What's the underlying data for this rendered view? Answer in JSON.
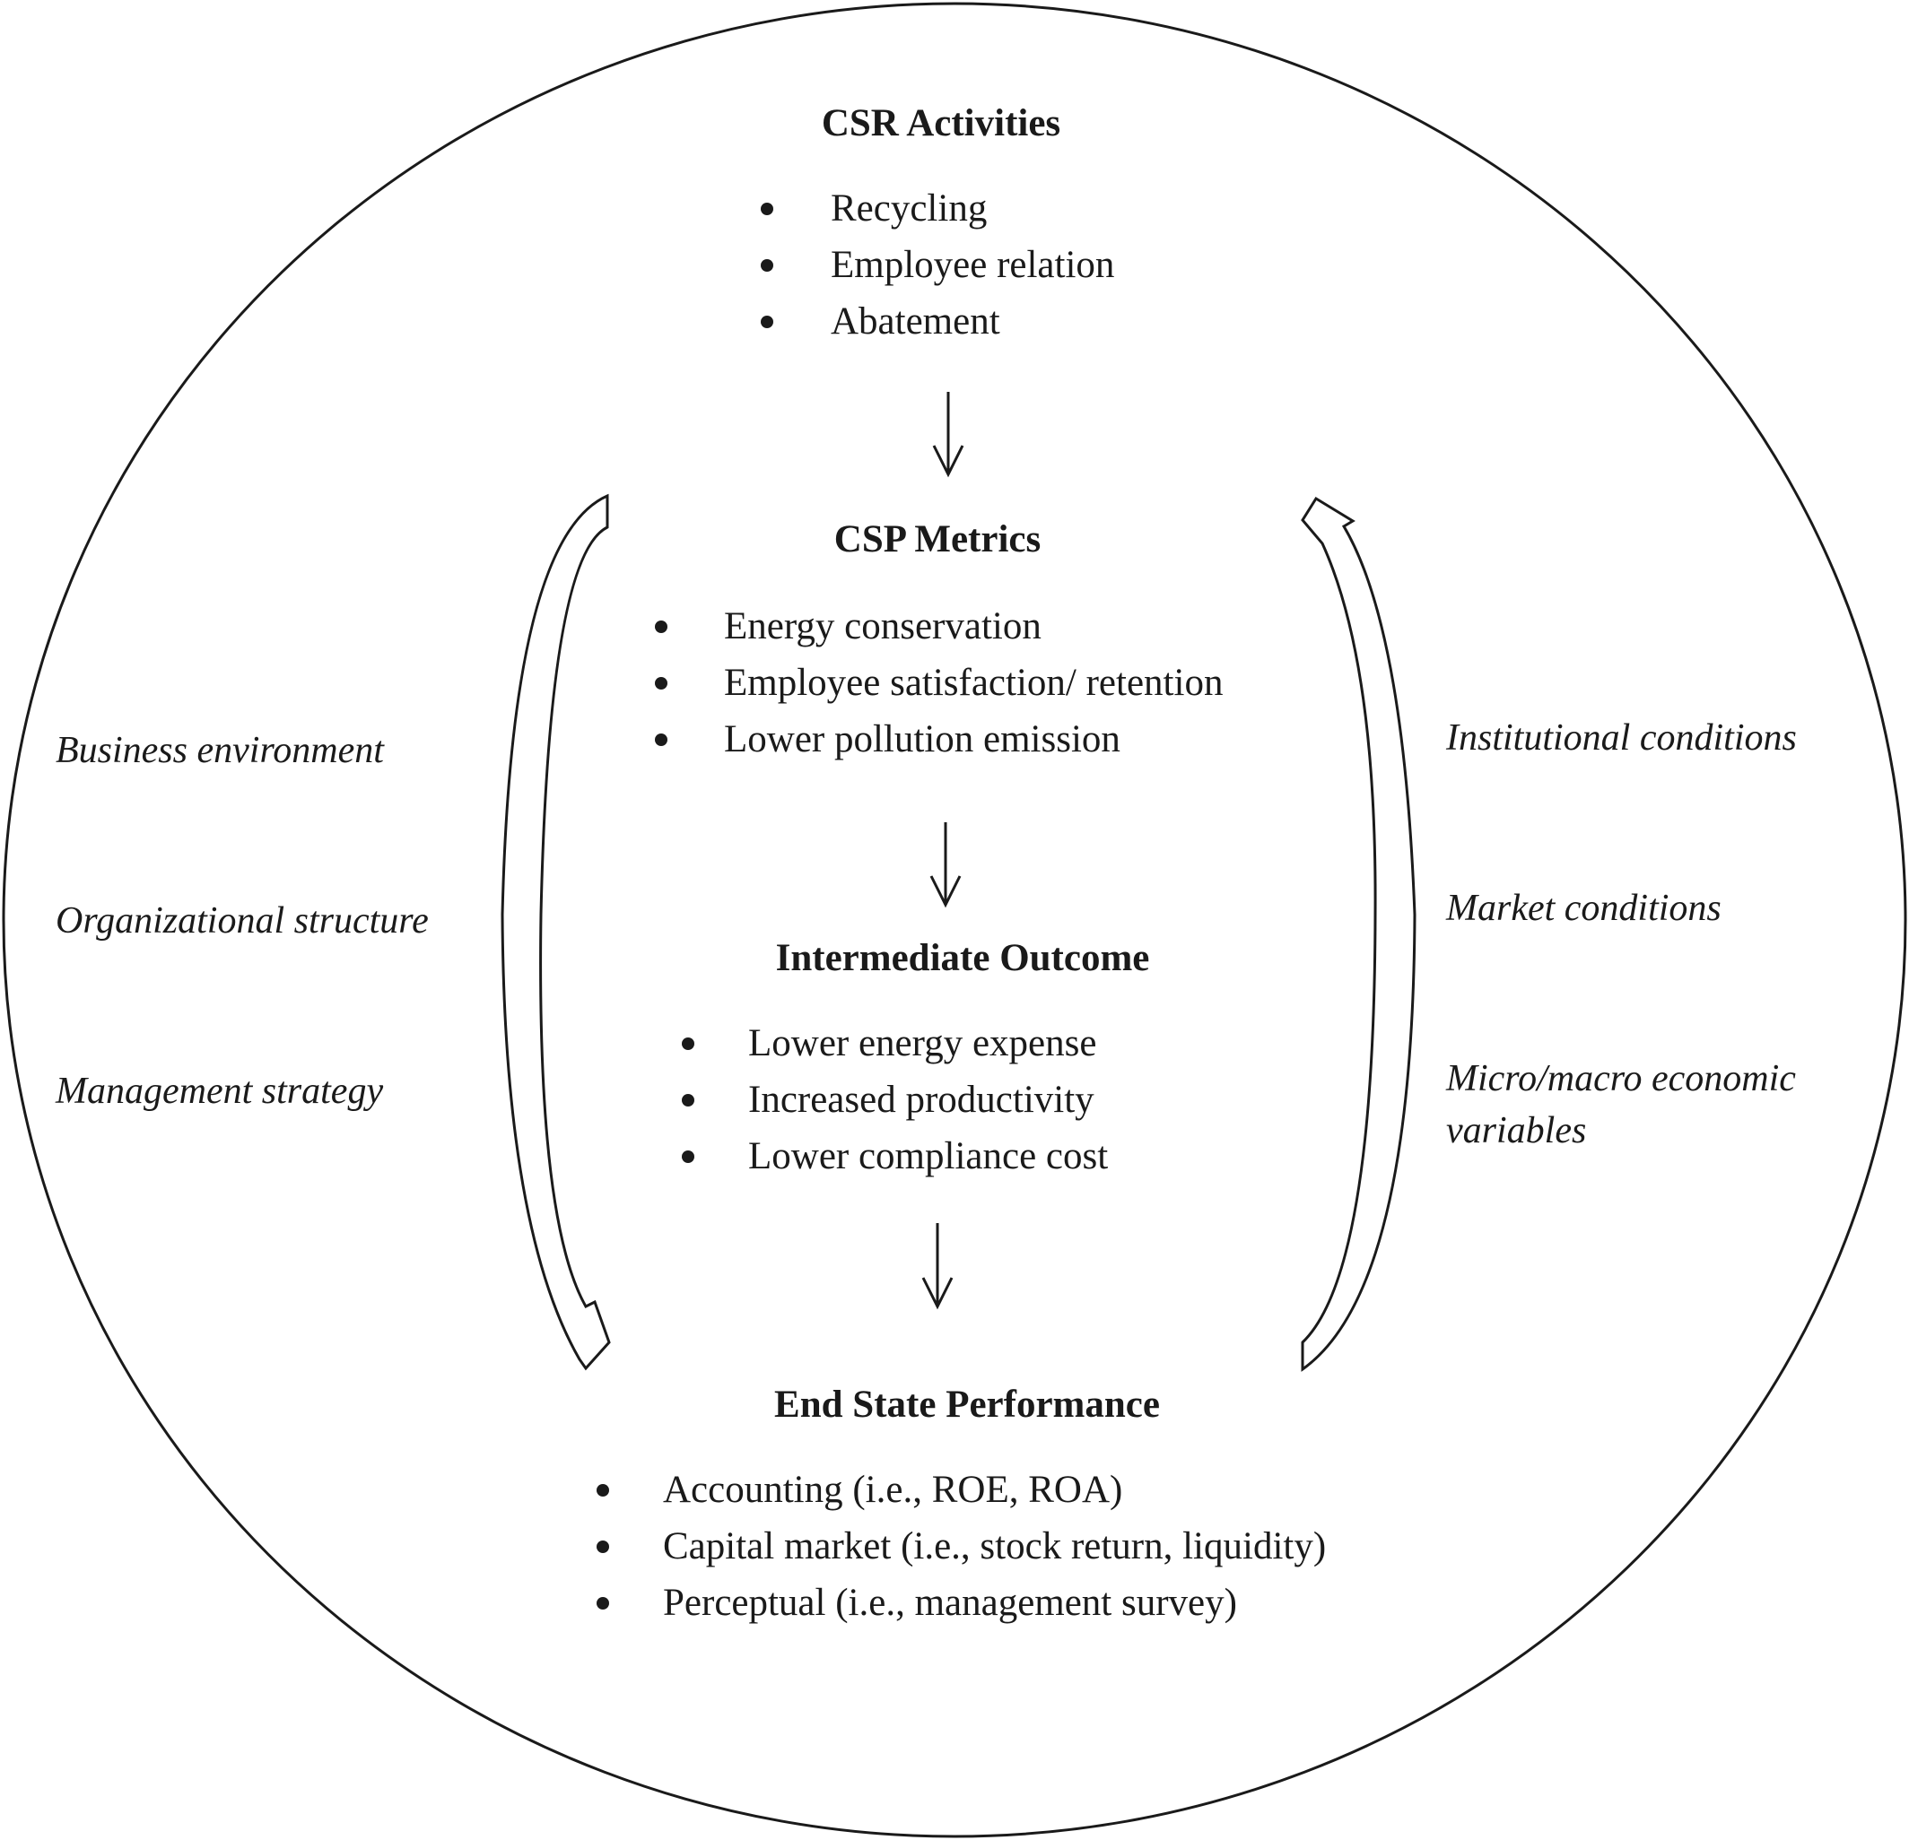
{
  "stages": [
    {
      "key": "csr_activities",
      "heading": "CSR Activities",
      "items": [
        "Recycling",
        "Employee relation",
        "Abatement"
      ]
    },
    {
      "key": "csp_metrics",
      "heading": "CSP Metrics",
      "items": [
        "Energy conservation",
        "Employee satisfaction/ retention",
        "Lower pollution emission"
      ]
    },
    {
      "key": "intermediate_outcome",
      "heading": "Intermediate Outcome",
      "items": [
        "Lower energy expense",
        "Increased productivity",
        "Lower compliance cost"
      ]
    },
    {
      "key": "end_state_performance",
      "heading": "End State Performance",
      "items": [
        "Accounting (i.e., ROE, ROA)",
        "Capital market (i.e., stock return, liquidity)",
        "Perceptual (i.e., management survey)"
      ]
    }
  ],
  "left_factors": [
    "Business environment",
    "Organizational structure",
    "Management strategy"
  ],
  "right_factors": [
    "Institutional conditions",
    "Market conditions",
    "Micro/macro economic",
    "variables"
  ],
  "colors": {
    "line": "#1a1a1a",
    "background": "#ffffff"
  }
}
